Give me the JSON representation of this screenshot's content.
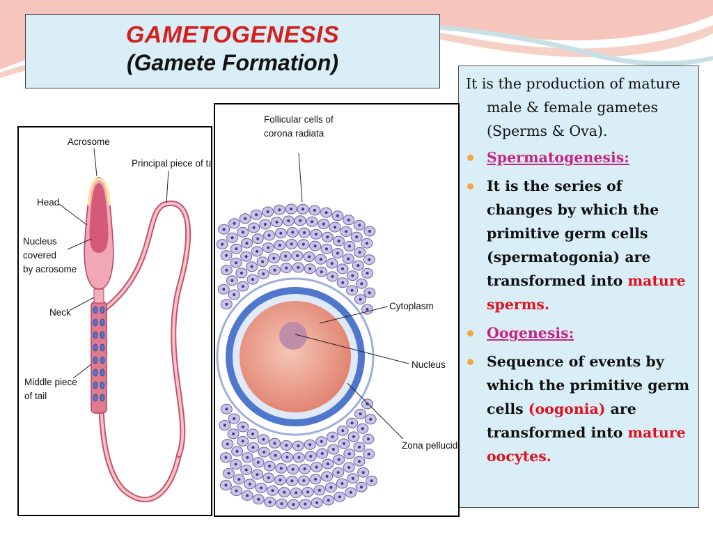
{
  "title": {
    "main": "GAMETOGENESIS",
    "sub": "(Gamete Formation)"
  },
  "body": {
    "intro": "It is the production of mature male & female gametes (Sperms & Ova).",
    "items": [
      {
        "type": "heading",
        "text": "Spermatogenesis:"
      },
      {
        "type": "text",
        "parts": [
          "It is the series of changes by which  the primitive germ cells (spermatogonia) are transformed into ",
          "mature sperms."
        ]
      },
      {
        "type": "heading",
        "text": "Oogenesis:"
      },
      {
        "type": "text",
        "parts": [
          "Sequence of events by which  the primitive germ cells ",
          "(oogonia)",
          " are transformed into ",
          "mature oocytes."
        ]
      }
    ]
  },
  "sperm_figure": {
    "labels": {
      "acrosome": "Acrosome",
      "principal_piece": "Principal piece of tail",
      "head": "Head",
      "nucleus_line1": "Nucleus",
      "nucleus_line2": "covered",
      "nucleus_line3": "by acrosome",
      "neck": "Neck",
      "middle_piece_line1": "Middle piece",
      "middle_piece_line2": "of tail"
    }
  },
  "ovum_figure": {
    "labels": {
      "follicular_line1": "Follicular cells of",
      "follicular_line2": "corona radiata",
      "cytoplasm": "Cytoplasm",
      "nucleus": "Nucleus",
      "zona_pellucida": "Zona pellucida"
    }
  },
  "colors": {
    "title_red": "#d41f1f",
    "heading_pink": "#c8257f",
    "emphasis_red": "#e0101e",
    "bullet_orange": "#f4a53b",
    "box_blue": "#d9eef6"
  }
}
